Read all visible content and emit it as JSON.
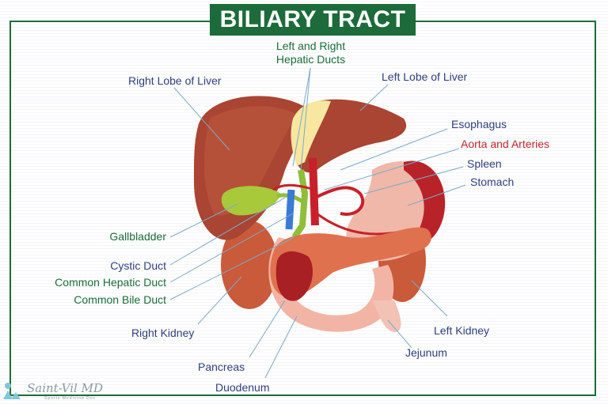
{
  "title": "BILIARY TRACT",
  "labels": {
    "hepatic_ducts_line1": "Left and Right",
    "hepatic_ducts_line2": "Hepatic Ducts",
    "right_lobe": "Right Lobe of Liver",
    "left_lobe": "Left Lobe of Liver",
    "esophagus": "Esophagus",
    "aorta": "Aorta and Arteries",
    "spleen": "Spleen",
    "stomach": "Stomach",
    "gallbladder": "Gallbladder",
    "cystic_duct": "Cystic Duct",
    "common_hepatic_duct": "Common Hepatic Duct",
    "common_bile_duct": "Common Bile Duct",
    "right_kidney": "Right Kidney",
    "left_kidney": "Left Kidney",
    "jejunum": "Jejunum",
    "pancreas": "Pancreas",
    "duodenum": "Duodenum"
  },
  "logo": {
    "name": "Saint-Vil MD",
    "tagline": "Sports Medicine Doc"
  },
  "colors": {
    "brand_green": "#1d6b3a",
    "label_blue": "#2e3f7c",
    "label_red": "#c0282d"
  }
}
